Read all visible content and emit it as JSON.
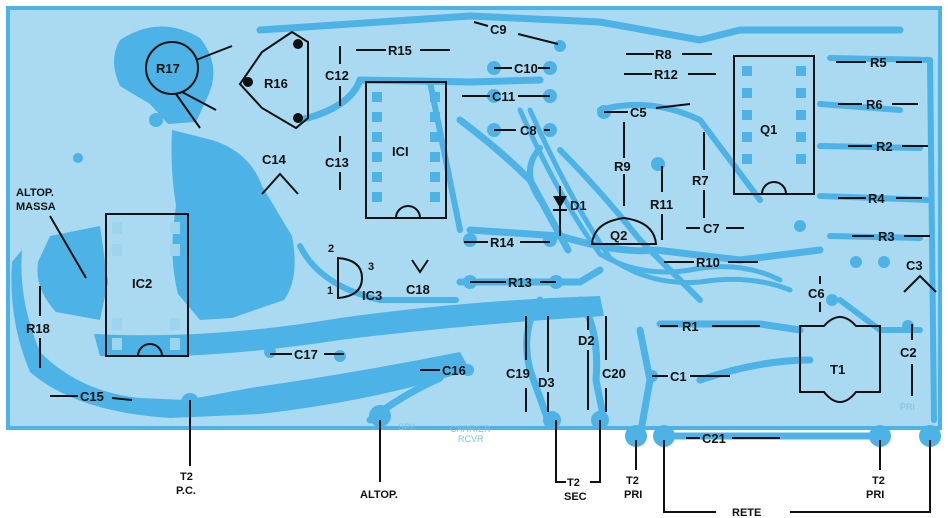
{
  "colors": {
    "board": "#4db3e6",
    "board_light": "#9fd4ee",
    "ink": "#111111"
  },
  "components": {
    "R17": "R17",
    "R16": "R16",
    "R15": "R15",
    "C9": "C9",
    "C10": "C10",
    "C11": "C11",
    "C8": "C8",
    "R8": "R8",
    "R12": "R12",
    "C5": "C5",
    "R9": "R9",
    "R11": "R11",
    "R7": "R7",
    "C7": "C7",
    "R10": "R10",
    "Q1": "Q1",
    "Q2": "Q2",
    "D1": "D1",
    "R5": "R5",
    "R6": "R6",
    "R2": "R2",
    "R4": "R4",
    "R3": "R3",
    "C3": "C3",
    "C6": "C6",
    "C2": "C2",
    "T1": "T1",
    "C12": "C12",
    "C13": "C13",
    "C14": "C14",
    "IC1": "ICI",
    "R14": "R14",
    "R13": "R13",
    "IC2": "IC2",
    "IC3": "IC3",
    "C18": "C18",
    "R18": "R18",
    "C15": "C15",
    "C17": "C17",
    "C16": "C16",
    "C19": "C19",
    "C20": "C20",
    "D2": "D2",
    "D3": "D3",
    "R1": "R1",
    "C1": "C1",
    "C21": "C21"
  },
  "ic3_pins": [
    "2",
    "3",
    "1"
  ],
  "connectors": {
    "altop_massa": [
      "ALTOP.",
      "MASSA"
    ],
    "t2_pc": [
      "T2",
      "P.C."
    ],
    "altop": "ALTOP.",
    "t2_sec": [
      "T2",
      "SEC"
    ],
    "t2_pri_left": [
      "T2",
      "PRI"
    ],
    "rete": "RETE",
    "t2_pri_right": [
      "T2",
      "PRI"
    ]
  },
  "ghost_text": {
    "carrier": "CARRIER",
    "rcvr": "RCVR",
    "spk": "SPK",
    "pri": "PRI"
  }
}
